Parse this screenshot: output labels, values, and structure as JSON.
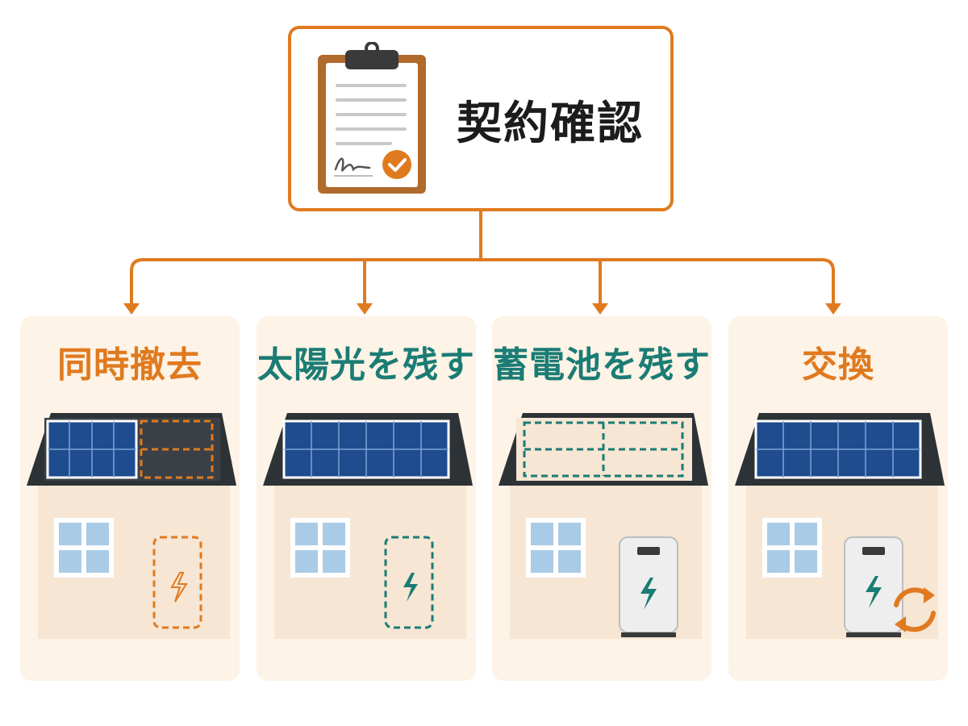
{
  "header": {
    "title": "契約確認",
    "icon": "clipboard-check-icon"
  },
  "options": [
    {
      "label": "同時撤去",
      "color": "#E07A1F",
      "solar": "removed",
      "battery": "removed",
      "icon": "exchange-none"
    },
    {
      "label": "太陽光を残す",
      "color": "#1A7C74",
      "solar": "kept",
      "battery": "removed",
      "icon": "exchange-none"
    },
    {
      "label": "蓄電池を残す",
      "color": "#1A7C74",
      "solar": "removed",
      "battery": "kept",
      "icon": "exchange-none"
    },
    {
      "label": "交換",
      "color": "#E07A1F",
      "solar": "kept",
      "battery": "kept",
      "icon": "refresh-icon"
    }
  ],
  "colors": {
    "accent": "#E07A1F",
    "teal": "#1A7C74",
    "card": "#FDF3E6",
    "panel": "#1F4C8F"
  }
}
